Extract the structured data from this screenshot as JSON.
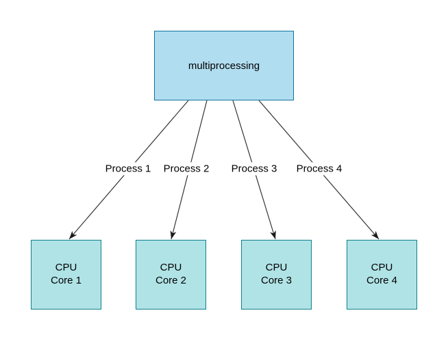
{
  "diagram": {
    "type": "flow-diagram",
    "background_color": "#ffffff",
    "root_node": {
      "label": "multiprocessing",
      "fill_color": "#B1DDF0",
      "stroke_color": "#10739E"
    },
    "edges": [
      {
        "label": "Process 1",
        "from": "multiprocessing",
        "to": "CPU Core 1"
      },
      {
        "label": "Process 2",
        "from": "multiprocessing",
        "to": "CPU Core 2"
      },
      {
        "label": "Process 3",
        "from": "multiprocessing",
        "to": "CPU Core 3"
      },
      {
        "label": "Process 4",
        "from": "multiprocessing",
        "to": "CPU Core 4"
      }
    ],
    "edge_color": "#333333",
    "cpu_nodes": [
      {
        "line1": "CPU",
        "line2": "Core 1"
      },
      {
        "line1": "CPU",
        "line2": "Core 2"
      },
      {
        "line1": "CPU",
        "line2": "Core 3"
      },
      {
        "line1": "CPU",
        "line2": "Core 4"
      }
    ],
    "cpu_fill_color": "#B0E3E6",
    "cpu_stroke_color": "#0E8088"
  }
}
